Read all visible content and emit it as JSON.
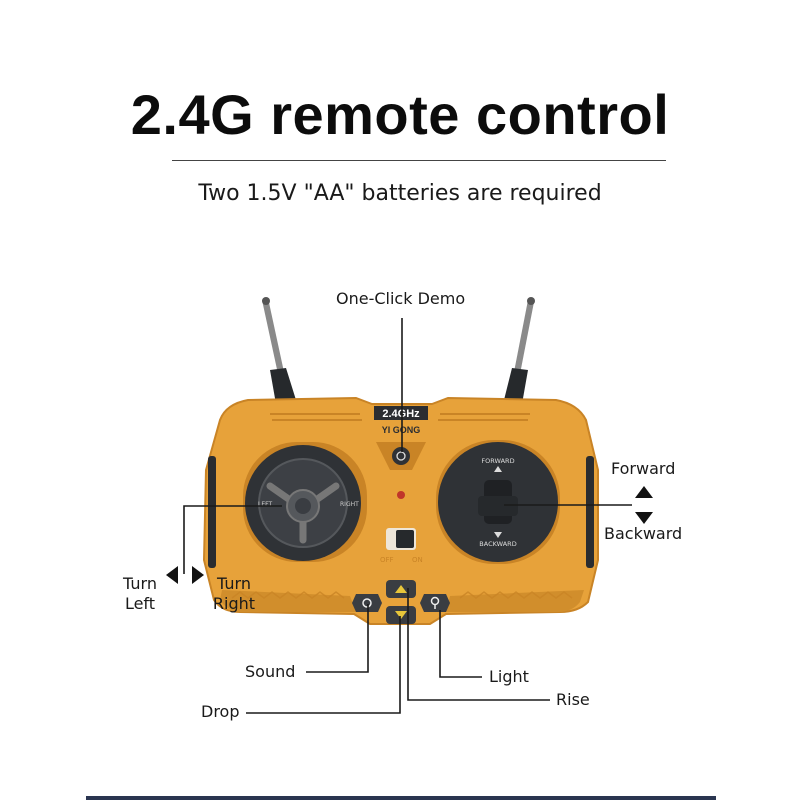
{
  "title": "2.4G remote control",
  "subtitle": "Two 1.5V \"AA\" batteries are required",
  "remote": {
    "band_label": "2.4GHz",
    "brand": "YI GONG",
    "stick_left_labels": {
      "left_text": "LEFT",
      "right_text": "RIGHT"
    },
    "stick_right_labels": {
      "forward": "FORWARD",
      "backward": "BACKWARD"
    },
    "switch_labels": {
      "off": "OFF",
      "on": "ON"
    },
    "colors": {
      "body": "#e7a23a",
      "body_shade": "#c98426",
      "panel": "#2f3236",
      "button": "#3a3d42"
    }
  },
  "callouts": {
    "demo": "One-Click Demo",
    "forward": "Forward",
    "backward": "Backward",
    "turn_left": "Turn\nLeft",
    "turn_right": "Turn\nRight",
    "sound": "Sound",
    "light": "Light",
    "rise": "Rise",
    "drop": "Drop"
  }
}
